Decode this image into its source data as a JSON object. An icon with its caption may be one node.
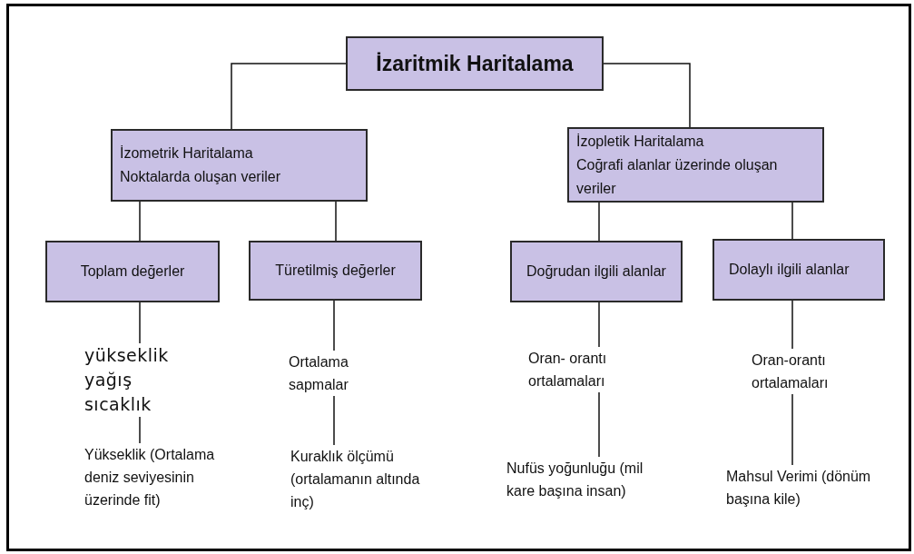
{
  "diagram": {
    "nodes": [
      {
        "text": [
          "İzaritmik Haritalama"
        ]
      },
      {
        "text": [
          "İzometrik Haritalama",
          "Noktalarda oluşan veriler"
        ]
      },
      {
        "text": [
          "İzopletik Haritalama",
          "Coğrafi alanlar üzerinde oluşan veriler"
        ]
      },
      {
        "text": [
          "Toplam değerler"
        ]
      },
      {
        "text": [
          "Türetilmiş değerler"
        ]
      },
      {
        "text": [
          "Doğrudan ilgili alanlar"
        ]
      },
      {
        "text": [
          "Dolaylı ilgili alanlar"
        ]
      },
      {
        "text": [
          "yükseklik yağış sıcaklık"
        ]
      },
      {
        "text": [
          "Ortalama sapmalar"
        ]
      },
      {
        "text": [
          "Oran- orantı ortalamaları"
        ]
      },
      {
        "text": [
          "Oran-orantı ortalamaları"
        ]
      },
      {
        "text": [
          "Yükseklik (Ortalama deniz seviyesinin üzerinde fit)"
        ]
      },
      {
        "text": [
          "Kuraklık ölçümü (ortalamanın altında inç)"
        ]
      },
      {
        "text": [
          "Nufüs yoğunluğu (mil kare başına insan)"
        ]
      },
      {
        "text": [
          "Mahsul Verimi (dönüm başına kile)"
        ]
      }
    ],
    "edges": [
      {
        "from": 0,
        "to": 1,
        "arrow": "none"
      },
      {
        "from": 0,
        "to": 2,
        "arrow": "none"
      },
      {
        "from": 1,
        "to": 3,
        "arrow": "none"
      },
      {
        "from": 1,
        "to": 4,
        "arrow": "none"
      },
      {
        "from": 2,
        "to": 5,
        "arrow": "none"
      },
      {
        "from": 2,
        "to": 6,
        "arrow": "none"
      },
      {
        "from": 3,
        "to": 7,
        "arrow": "none"
      },
      {
        "from": 7,
        "to": 11,
        "arrow": "none"
      },
      {
        "from": 4,
        "to": 8,
        "arrow": "none"
      },
      {
        "from": 8,
        "to": 12,
        "arrow": "none"
      },
      {
        "from": 5,
        "to": 9,
        "arrow": "none"
      },
      {
        "from": 9,
        "to": 13,
        "arrow": "none"
      },
      {
        "from": 6,
        "to": 10,
        "arrow": "none"
      },
      {
        "from": 10,
        "to": 14,
        "arrow": "none"
      }
    ]
  }
}
